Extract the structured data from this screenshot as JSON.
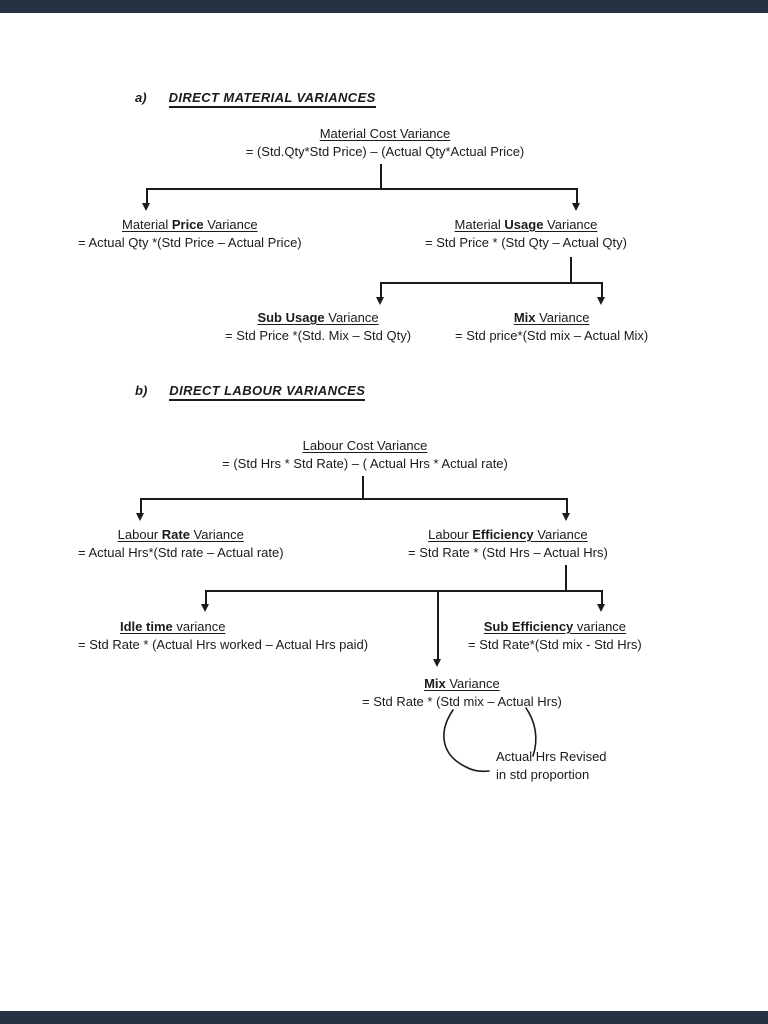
{
  "colors": {
    "letterbox": "#243241",
    "ink": "#1b1b1b"
  },
  "section_a": {
    "label": "a)",
    "title": "DIRECT MATERIAL VARIANCES",
    "root": {
      "title": "Material Cost Variance",
      "formula": "= (Std.Qty*Std Price) – (Actual Qty*Actual Price)"
    },
    "price": {
      "pre": "Material ",
      "bold": "Price",
      "post": " Variance",
      "formula": "= Actual Qty *(Std Price – Actual Price)"
    },
    "usage": {
      "pre": "Material ",
      "bold": "Usage",
      "post": " Variance",
      "formula": "= Std Price * (Std Qty – Actual Qty)"
    },
    "sub_usage": {
      "pre": "",
      "bold": "Sub Usage",
      "post": " Variance",
      "formula": "= Std Price *(Std. Mix – Std Qty)"
    },
    "mix": {
      "pre": "",
      "bold": "Mix",
      "post": " Variance",
      "formula": "= Std price*(Std mix – Actual Mix)"
    }
  },
  "section_b": {
    "label": "b)",
    "title": "DIRECT LABOUR VARIANCES",
    "root": {
      "title": "Labour Cost Variance",
      "formula": "= (Std Hrs * Std Rate) – ( Actual Hrs * Actual rate)"
    },
    "rate": {
      "pre": "Labour ",
      "bold": "Rate",
      "post": " Variance",
      "formula": "= Actual Hrs*(Std rate – Actual rate)"
    },
    "efficiency": {
      "pre": "Labour ",
      "bold": "Efficiency",
      "post": " Variance",
      "formula": "= Std Rate * (Std Hrs – Actual Hrs)"
    },
    "idle": {
      "pre": "",
      "bold": "Idle time",
      "post": " variance",
      "formula": "= Std Rate * (Actual Hrs worked – Actual Hrs paid)"
    },
    "sub_efficiency": {
      "pre": "",
      "bold": "Sub Efficiency",
      "post": " variance",
      "formula": "= Std Rate*(Std mix - Std Hrs)"
    },
    "mix": {
      "pre": "",
      "bold": "Mix",
      "post": " Variance",
      "formula": "= Std Rate * (Std mix – Actual Hrs)"
    },
    "annotation": {
      "line1": "Actual Hrs Revised",
      "line2": "in std proportion"
    }
  }
}
